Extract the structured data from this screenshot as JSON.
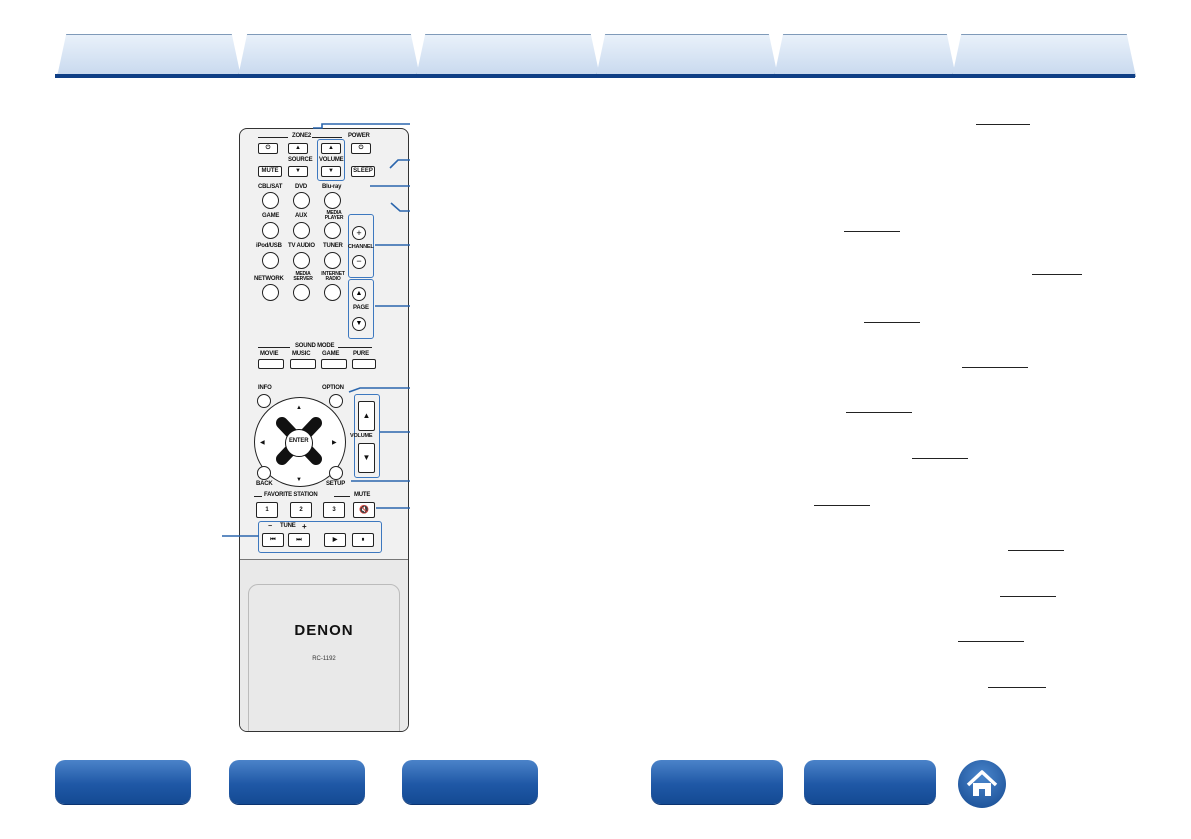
{
  "remote": {
    "zone2_label": "ZONE2",
    "power_label": "POWER",
    "source_label": "SOURCE",
    "volume_label_small": "VOLUME",
    "mute_label": "MUTE",
    "sleep_label": "SLEEP",
    "channel_label": "CHANNEL",
    "page_label": "PAGE",
    "inputs_row1": [
      "CBL/SAT",
      "DVD",
      "Blu-ray"
    ],
    "inputs_row2": [
      "GAME",
      "AUX",
      "MEDIA PLAYER"
    ],
    "inputs_row3": [
      "iPod/USB",
      "TV AUDIO",
      "TUNER"
    ],
    "inputs_row4": [
      "NETWORK",
      "MEDIA SERVER",
      "INTERNET RADIO"
    ],
    "sound_mode_label": "SOUND MODE",
    "sound_modes": [
      "MOVIE",
      "MUSIC",
      "GAME",
      "PURE"
    ],
    "info_label": "INFO",
    "option_label": "OPTION",
    "enter_label": "ENTER",
    "back_label": "BACK",
    "setup_label": "SETUP",
    "volume_label": "VOLUME",
    "favorite_label": "FAVORITE STATION",
    "mute_label2": "MUTE",
    "favorites": [
      "1",
      "2",
      "3"
    ],
    "tune_label": "TUNE",
    "brand": "DENON",
    "model": "RC-1192"
  }
}
